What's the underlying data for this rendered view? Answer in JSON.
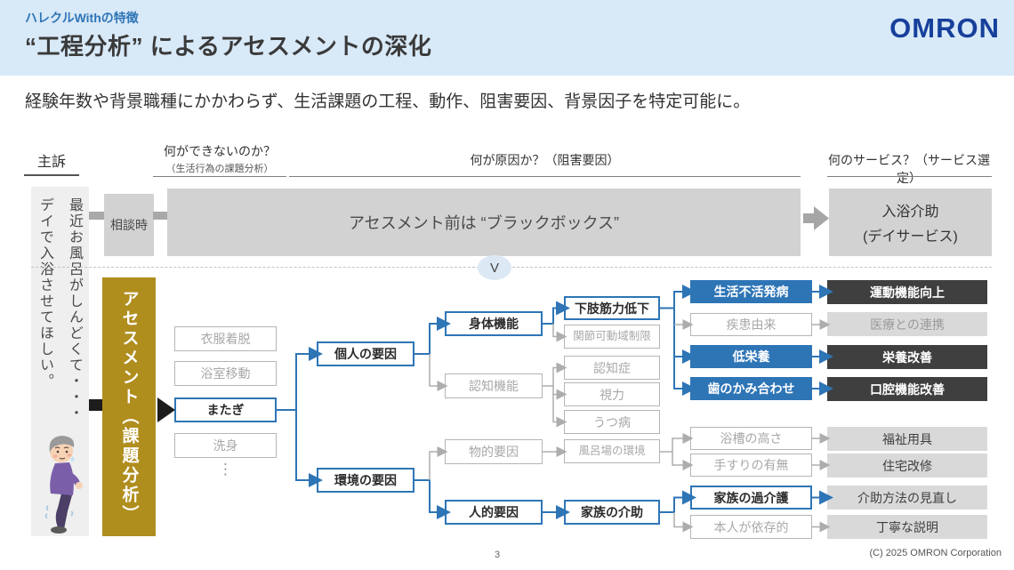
{
  "header": {
    "eyebrow": "ハレクルWithの特徴",
    "title": "“工程分析” によるアセスメントの深化",
    "logo": "OMRON"
  },
  "lead": "経験年数や背景職種にかかわらず、生活課題の工程、動作、阻害要因、背景因子を特定可能に。",
  "stage_headers": {
    "complaint": "主訴",
    "cannot": "何ができないのか？",
    "cannot_sub": "（生活行為の課題分析）",
    "cause": "何が原因か？（阻害要因）",
    "service": "何のサービス？（サービス選定）"
  },
  "before": {
    "complaint_line1": "最近お風呂がしんどくて・・・",
    "complaint_line2": "デイで入浴させてほしい。",
    "consult": "相談時",
    "blackbox": "アセスメント前は “ブラックボックス”",
    "service_line1": "入浴介助",
    "service_line2": "(デイサービス)"
  },
  "divider": {
    "chevron": "V"
  },
  "assessment": {
    "bar": "アセスメント（課題分析）"
  },
  "steps": {
    "clothes": "衣服着脱",
    "move": "浴室移動",
    "straddle": "またぎ",
    "wash": "洗身",
    "more": "⋮"
  },
  "factors": {
    "personal": "個人の要因",
    "environment": "環境の要因"
  },
  "subfactors": {
    "physical": "身体機能",
    "cognitive": "認知機能",
    "material": "物的要因",
    "human": "人的要因"
  },
  "causes": {
    "leg": "下肢筋力低下",
    "joint": "関節可動域制限",
    "dementia": "認知症",
    "vision": "視力",
    "depression": "うつ病",
    "bathroom": "風呂場の環境",
    "family_assist": "家族の介助"
  },
  "barriers": {
    "inactivity": "生活不活発病",
    "disease": "疾患由来",
    "malnutrition": "低栄養",
    "bite": "歯のかみ合わせ",
    "tub_height": "浴槽の高さ",
    "handrail": "手すりの有無",
    "overcare": "家族の過介護",
    "dependent": "本人が依存的"
  },
  "services": {
    "motor": "運動機能向上",
    "medical": "医療との連携",
    "nutrition": "栄養改善",
    "oral": "口腔機能改善",
    "welfare": "福祉用具",
    "renovation": "住宅改修",
    "review": "介助方法の見直し",
    "explanation": "丁寧な説明"
  },
  "colors": {
    "accent_blue": "#2e75b6",
    "gold": "#b08e1e",
    "dark_fill": "#3f3f3f",
    "header_bg": "#d8e9f8",
    "logo_blue": "#16409b"
  },
  "footer": {
    "page": "3",
    "copyright": "(C) 2025 OMRON Corporation"
  }
}
